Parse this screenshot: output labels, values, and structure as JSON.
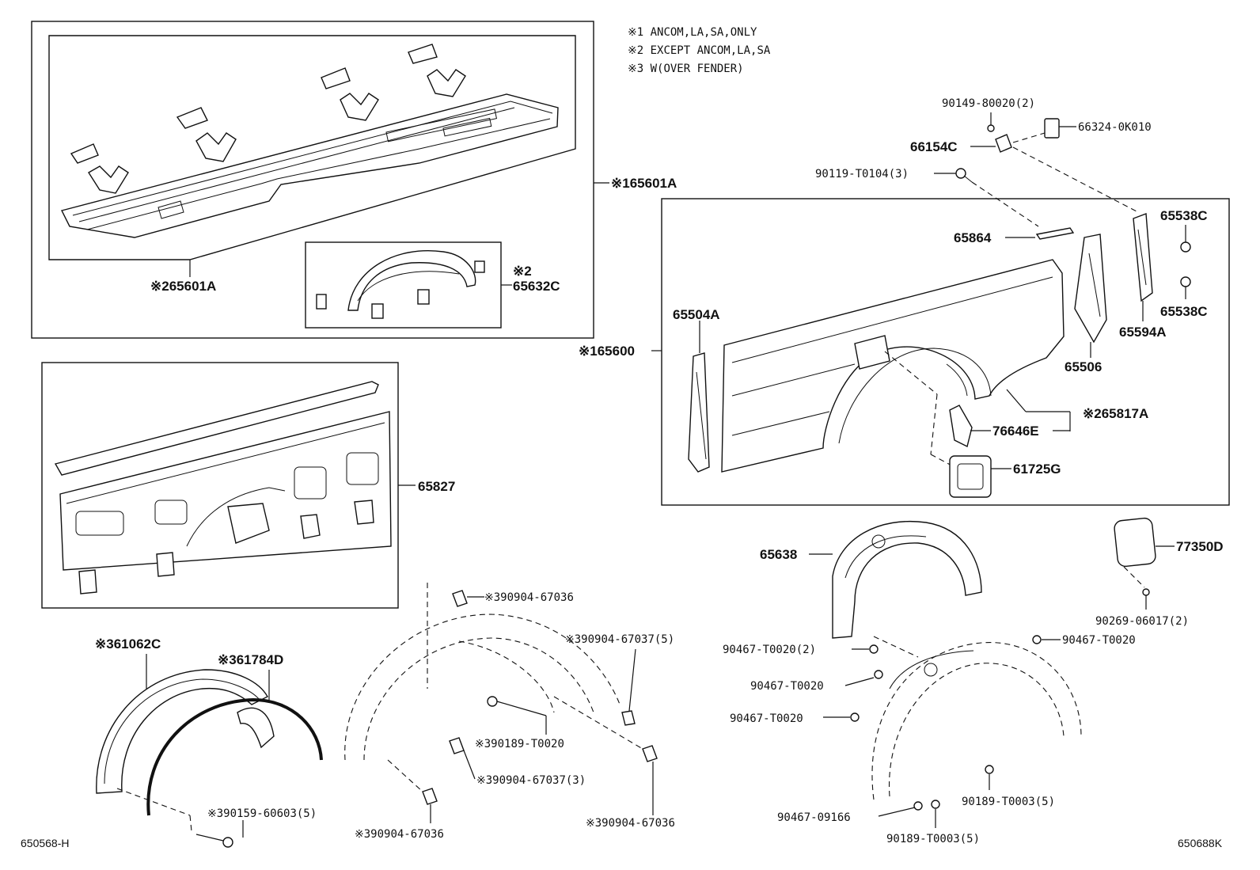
{
  "notes": [
    "※1 ANCOM,LA,SA,ONLY",
    "※2 EXCEPT ANCOM,LA,SA",
    "※3 W(OVER FENDER)"
  ],
  "labels": {
    "p65601A_1": "※165601A",
    "p65601A_2": "※265601A",
    "p65632C_mark": "※2",
    "p65632C": "65632C",
    "p65827": "65827",
    "p90149": "90149-80020(2)",
    "p66324": "66324-0K010",
    "p66154C": "66154C",
    "p90119": "90119-T0104(3)",
    "p65538C_a": "65538C",
    "p65864": "65864",
    "p65538C_b": "65538C",
    "p65504A": "65504A",
    "p65594A": "65594A",
    "p65600": "※165600",
    "p65506": "65506",
    "p65817A": "※265817A",
    "p76646E": "76646E",
    "p61725G": "61725G",
    "p65638": "65638",
    "p77350D": "77350D",
    "p90269": "90269-06017(2)",
    "p61062C": "※361062C",
    "p61784D": "※361784D",
    "p90904_36a": "※390904-67036",
    "p90904_37_5": "※390904-67037(5)",
    "p90189_T0020": "※390189-T0020",
    "p90904_37_3": "※390904-67037(3)",
    "p90159": "※390159-60603(5)",
    "p90904_36b": "※390904-67036",
    "p90904_36c": "※390904-67036",
    "p90467_T0020_2": "90467-T0020(2)",
    "p90467_T0020_a": "90467-T0020",
    "p90467_T0020_b": "90467-T0020",
    "p90467_T0020_c": "90467-T0020",
    "p90467_09166": "90467-09166",
    "p90189_T0003_a": "90189-T0003(5)",
    "p90189_T0003_b": "90189-T0003(5)"
  },
  "footer": {
    "left_code": "650568-H",
    "right_code": "650688K"
  }
}
